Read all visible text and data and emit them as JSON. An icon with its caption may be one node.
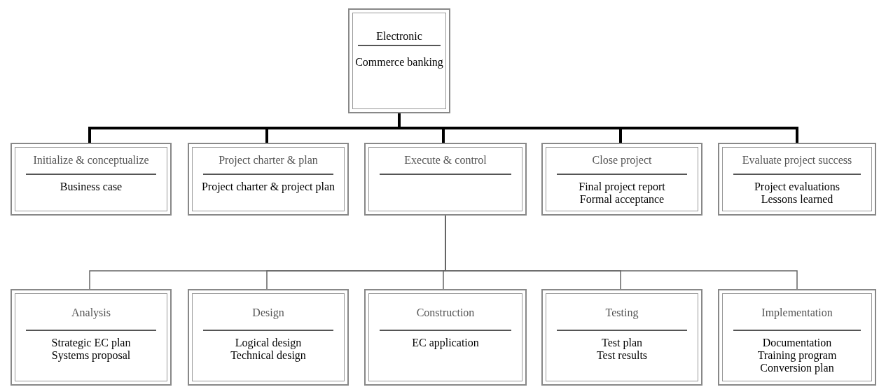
{
  "diagram": {
    "nodes": [
      {
        "text": [
          "Electronic",
          "Commerce banking"
        ]
      },
      {
        "text": [
          "Initialize & conceptualize",
          "Business case"
        ]
      },
      {
        "text": [
          "Project charter & plan",
          "Project charter & project plan"
        ]
      },
      {
        "text": [
          "Execute & control"
        ]
      },
      {
        "text": [
          "Close project",
          "Final project report",
          "Formal acceptance"
        ]
      },
      {
        "text": [
          "Evaluate project success",
          "Project evaluations",
          "Lessons learned"
        ]
      },
      {
        "text": [
          "Analysis",
          "Strategic EC plan",
          "Systems proposal"
        ]
      },
      {
        "text": [
          "Design",
          "Logical design",
          "Technical design"
        ]
      },
      {
        "text": [
          "Construction",
          "EC application"
        ]
      },
      {
        "text": [
          "Testing",
          "Test plan",
          "Test results"
        ]
      },
      {
        "text": [
          "Implementation",
          "Documentation",
          "Training program",
          "Conversion plan"
        ]
      }
    ],
    "edges": [
      {
        "from": 0,
        "to": 1,
        "arrow": "none",
        "style": "thick"
      },
      {
        "from": 0,
        "to": 2,
        "arrow": "none",
        "style": "thick"
      },
      {
        "from": 0,
        "to": 3,
        "arrow": "none",
        "style": "thick"
      },
      {
        "from": 0,
        "to": 4,
        "arrow": "none",
        "style": "thick"
      },
      {
        "from": 0,
        "to": 5,
        "arrow": "none",
        "style": "thick"
      },
      {
        "from": 3,
        "to": 6,
        "arrow": "none",
        "color": "#666666"
      },
      {
        "from": 3,
        "to": 7,
        "arrow": "none",
        "color": "#666666"
      },
      {
        "from": 3,
        "to": 8,
        "arrow": "none",
        "color": "#666666"
      },
      {
        "from": 3,
        "to": 9,
        "arrow": "none",
        "color": "#666666"
      },
      {
        "from": 3,
        "to": 10,
        "arrow": "none",
        "color": "#666666"
      }
    ]
  }
}
